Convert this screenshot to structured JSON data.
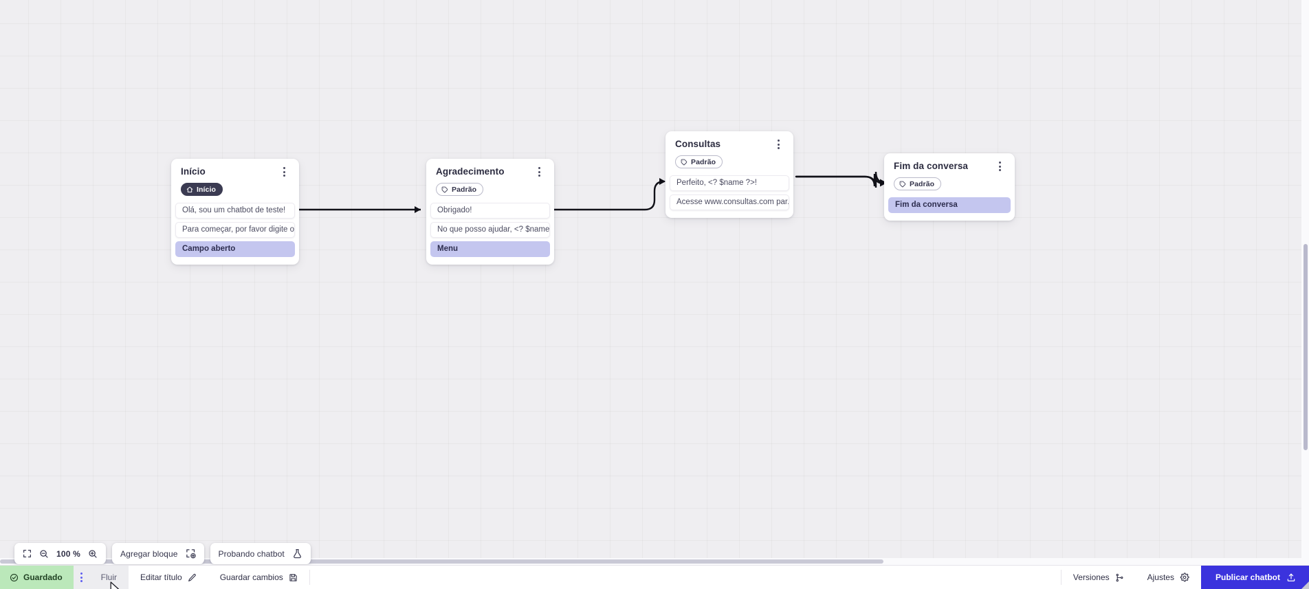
{
  "canvas": {
    "zoom_percent": "100 %",
    "nodes": [
      {
        "id": "inicio",
        "title": "Início",
        "badge": {
          "label": "Início",
          "icon": "home-icon",
          "style": "dark"
        },
        "rows": [
          {
            "text": "Olá, sou um chatbot de teste!",
            "accent": false
          },
          {
            "text": "Para começar, por favor digite o ...",
            "accent": false
          },
          {
            "text": "Campo aberto",
            "accent": true
          }
        ]
      },
      {
        "id": "agradecimento",
        "title": "Agradecimento",
        "badge": {
          "label": "Padrão",
          "icon": "tag-icon",
          "style": "outline"
        },
        "rows": [
          {
            "text": "Obrigado!",
            "accent": false
          },
          {
            "text": "No que posso ajudar, <? $name ...",
            "accent": false
          },
          {
            "text": "Menu",
            "accent": true
          }
        ]
      },
      {
        "id": "consultas",
        "title": "Consultas",
        "badge": {
          "label": "Padrão",
          "icon": "tag-icon",
          "style": "outline"
        },
        "rows": [
          {
            "text": "Perfeito, <? $name ?>!",
            "accent": false
          },
          {
            "text": "Acesse www.consultas.com par...",
            "accent": false
          }
        ]
      },
      {
        "id": "fim",
        "title": "Fim da conversa",
        "badge": {
          "label": "Padrão",
          "icon": "tag-icon",
          "style": "outline"
        },
        "rows": [
          {
            "text": "Fim da conversa",
            "accent": true
          }
        ]
      }
    ]
  },
  "toolbar": {
    "fit_icon": "fit-screen-icon",
    "zoom_out_icon": "zoom-out-icon",
    "zoom_level": "100 %",
    "zoom_in_icon": "zoom-in-icon",
    "add_block_label": "Agregar bloque",
    "add_block_icon": "add-block-icon",
    "test_chatbot_label": "Probando chatbot",
    "test_chatbot_icon": "flask-icon"
  },
  "statusbar": {
    "saved_label": "Guardado",
    "saved_icon": "check-circle-icon",
    "menu_icon": "vertical-dots-icon",
    "flow_label": "Fluir",
    "edit_title_label": "Editar título",
    "edit_title_icon": "pencil-icon",
    "save_changes_label": "Guardar cambios",
    "save_changes_icon": "save-icon",
    "versions_label": "Versiones",
    "versions_icon": "branch-icon",
    "settings_label": "Ajustes",
    "settings_icon": "gear-icon",
    "publish_label": "Publicar chatbot",
    "publish_icon": "upload-icon"
  },
  "colors": {
    "accent_row": "#c4c6ef",
    "publish_blue": "#3b33dd",
    "saved_green": "#bbe8ba",
    "badge_dark": "#3b3b52",
    "canvas_bg": "#efeef1"
  }
}
